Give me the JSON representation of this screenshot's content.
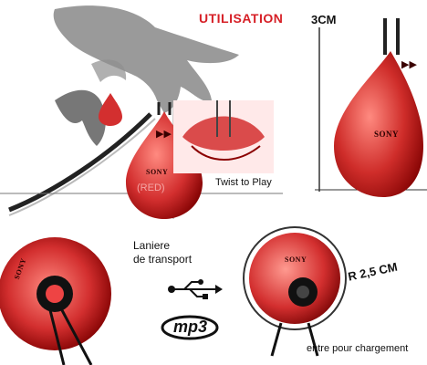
{
  "header": {
    "title": "UTILISATION"
  },
  "dimensions": {
    "height": "3CM",
    "radius": "R 2,5 CM"
  },
  "captions": {
    "twist": "Twist to Play",
    "strap_line1": "Laniere",
    "strap_line2": "de transport",
    "charging": "entre pour chargement",
    "mp3_logo": "mp3"
  },
  "device": {
    "brand": "SONY",
    "product_mark": "(RED)",
    "play_symbol": "▶▶"
  },
  "colors": {
    "accent": "#d61f26",
    "device_red": "#c9302c",
    "hand_gray": "#8f8f8f"
  },
  "icons": [
    "usb-icon",
    "mp3-logo-icon"
  ]
}
